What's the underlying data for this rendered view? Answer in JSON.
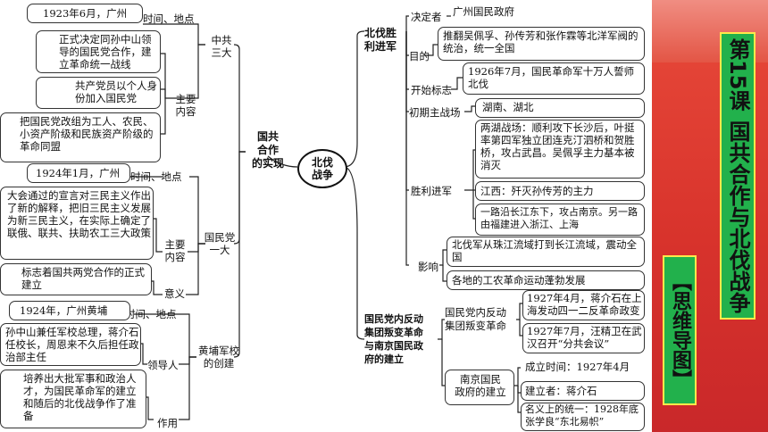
{
  "center": {
    "label": "北伐\n战争"
  },
  "left_hub": "国共\n合作\n的实现",
  "sections": {
    "s1": {
      "label": "中共\n三大",
      "time_label": "时间、地点",
      "time_value": "1923年6月，广州",
      "content_label": "主要\n内容",
      "content_a": "正式决定同孙中山领导的国民党合作，建立革命统一战线",
      "content_b": "共产党员以个人身份加入国民党",
      "content_c": "把国民党改组为工人、农民、小资产阶级和民族资产阶级的革命同盟"
    },
    "s2": {
      "label": "国民党\n一大",
      "time_label": "时间、地点",
      "time_value": "1924年1月，广州",
      "content_label": "主要\n内容",
      "content": "大会通过的宣言对三民主义作出了新的解释，把旧三民主义发展为新三民主义，在实际上确定了联俄、联共、扶助农工三大政策",
      "meaning_label": "意义",
      "meaning": "标志着国共两党合作的正式建立"
    },
    "s3": {
      "label": "黄埔军校\n的创建",
      "time_label": "时间、地点",
      "time_value": "1924年，广州黄埔",
      "leader_label": "领导人",
      "leader": "孙中山兼任军校总理，蒋介石任校长，周恩来不久后担任政治部主任",
      "effect_label": "作用",
      "effect": "培养出大批军事和政治人才，为国民革命军的建立和随后的北伐战争作了准备"
    },
    "r1": {
      "label": "北伐胜\n利进军",
      "decider_label": "决定者",
      "decider": "广州国民政府",
      "goal_label": "目的",
      "goal": "推翻吴佩孚、孙传芳和张作霖等北洋军阀的统治，统一全国",
      "start_label": "开始标志",
      "start": "1926年7月，国民革命军十万人誓师北伐",
      "main_label": "初期主战场",
      "main": "湖南、湖北",
      "victory_label": "胜利进军",
      "victory_a": "两湖战场：顺利攻下长沙后，叶挺率第四军独立团连克汀泗桥和贺胜桥，攻占武昌。吴佩孚主力基本被消灭",
      "victory_b": "江西：歼灭孙传芳的主力",
      "victory_c": "一路沿长江东下，攻占南京。另一路由福建进入浙江、上海",
      "impact_label": "影响",
      "impact_a": "北伐军从珠江流域打到长江流域，震动全国",
      "impact_b": "各地的工农革命运动蓬勃发展"
    },
    "r2": {
      "label": "国民党内反动\n集团叛变革命\n与南京国民政\n府的建立",
      "betray_label": "国民党内反动\n集团叛变革命",
      "betray_a": "1927年4月，蒋介石在上海发动四一二反革命政变",
      "betray_b": "1927年7月，汪精卫在武汉召开“分共会议”",
      "nanjing_label": "南京国民\n政府的建立",
      "nanjing_a": "成立时间：1927年4月",
      "nanjing_b": "建立者：蒋介石",
      "nanjing_c": "名义上的统一：1928年底张学良“东北易帜”"
    }
  },
  "title": {
    "lesson": "第15课",
    "name": "国共合作与北伐战争",
    "tag": "【思维导图】"
  },
  "colors": {
    "side": "#d8332c",
    "title_bg": "#22b14c",
    "title_border": "#ffe94a"
  }
}
